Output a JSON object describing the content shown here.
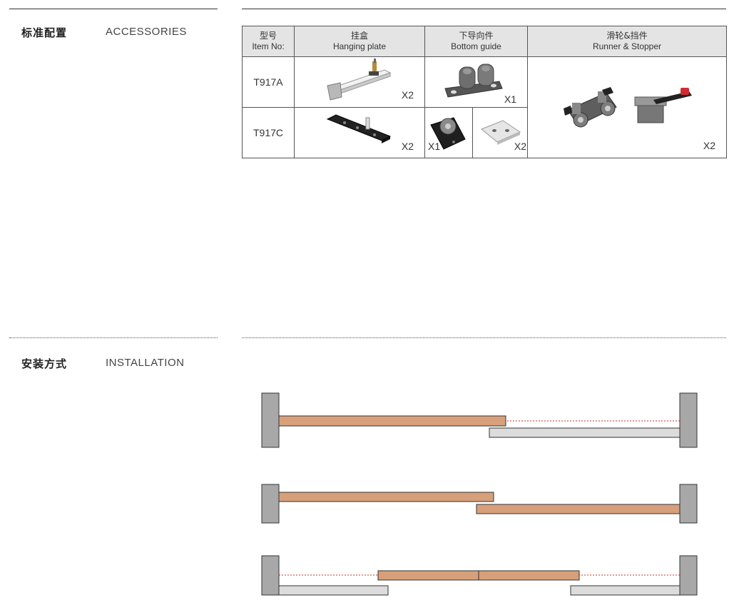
{
  "accessories": {
    "title_cn": "标准配置",
    "title_en": "ACCESSORIES",
    "table": {
      "headers": [
        {
          "cn": "型号",
          "en": "Item No:"
        },
        {
          "cn": "挂盒",
          "en": "Hanging plate"
        },
        {
          "cn": "下导向件",
          "en": "Bottom guide"
        },
        {
          "cn": "滑轮&挡件",
          "en": "Runner & Stopper"
        }
      ],
      "rows": [
        {
          "model": "T917A",
          "hanging_qty": "X2",
          "guide_qty": "X1"
        },
        {
          "model": "T917C",
          "hanging_qty": "X2",
          "guide_qty_left": "X1",
          "guide_qty_right": "X2"
        }
      ],
      "runner_qty": "X2"
    }
  },
  "installation": {
    "title_cn": "安装方式",
    "title_en": "INSTALLATION"
  },
  "colors": {
    "header_bg": "#e4e4e4",
    "wood": "#d7a07a",
    "glass": "#dcdcdc",
    "wall": "#a8a8a8",
    "track_line": "#c0302a"
  }
}
